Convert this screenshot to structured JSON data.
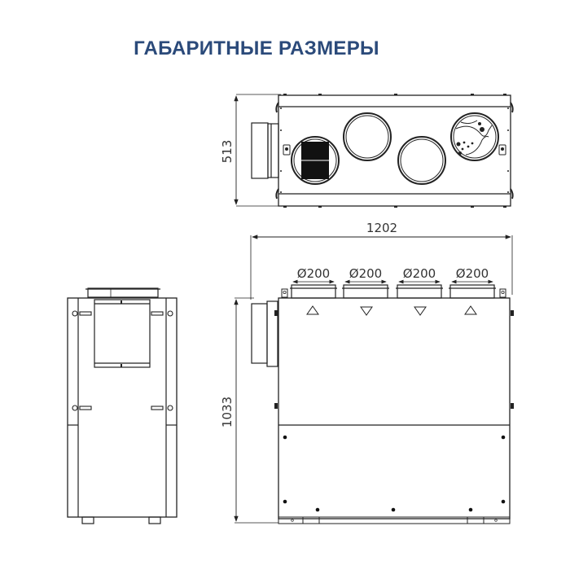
{
  "title": "ГАБАРИТНЫЕ РАЗМЕРЫ",
  "colors": {
    "title": "#2b4a7a",
    "lines": "#222222",
    "background": "#ffffff"
  },
  "top_view": {
    "height_label": "513",
    "ports": [
      "damper-port",
      "open-port",
      "open-port",
      "fan-port"
    ]
  },
  "front_view": {
    "width_label": "1202",
    "height_label": "1033",
    "duct_labels": [
      "Ø200",
      "Ø200",
      "Ø200",
      "Ø200"
    ],
    "airflow_arrows": [
      "up",
      "down",
      "down",
      "up"
    ]
  },
  "side_view": {}
}
